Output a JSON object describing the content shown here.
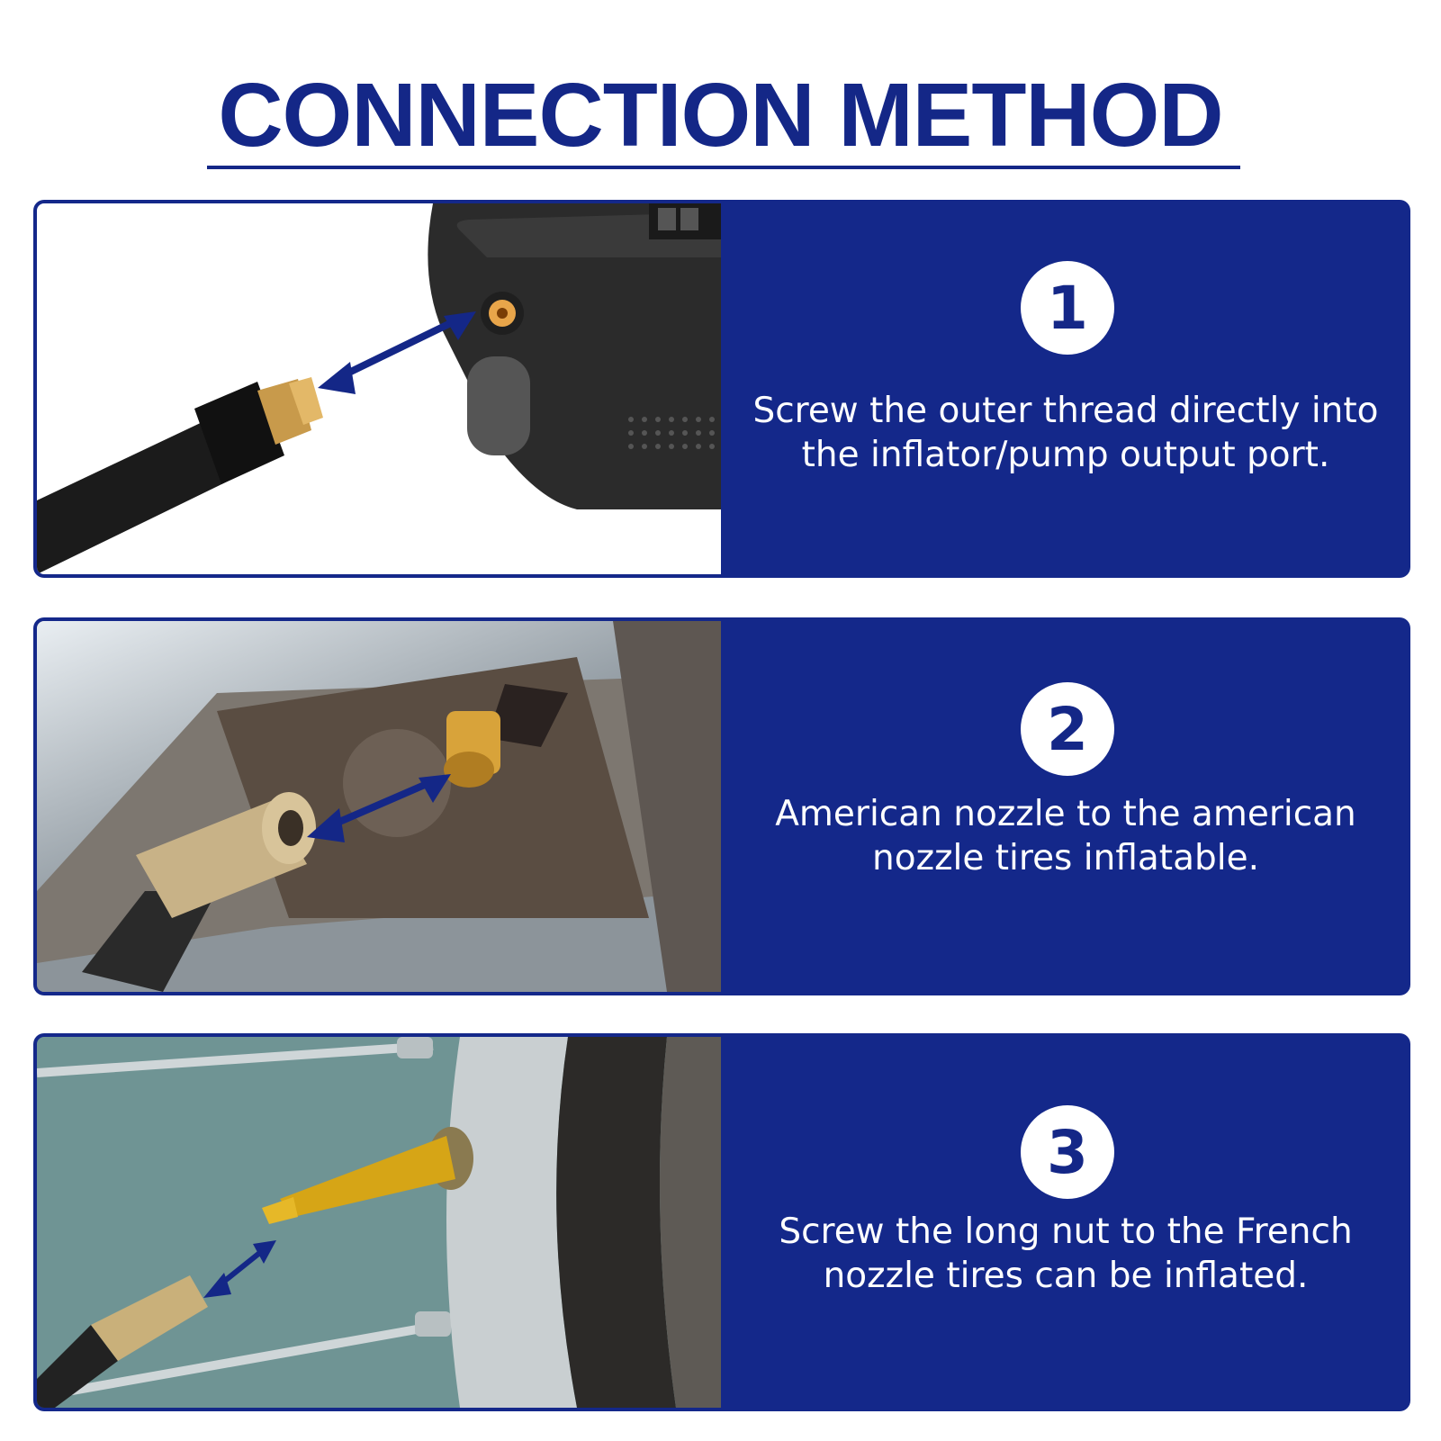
{
  "title": "CONNECTION METHOD",
  "colors": {
    "brand": "#142787",
    "panel": "#14288a",
    "text": "#ffffff"
  },
  "steps": [
    {
      "number": "1",
      "text": "Screw the outer thread directly into the inflator/pump output port.",
      "image": "pump-output-port-photo"
    },
    {
      "number": "2",
      "text": "American nozzle to the american nozzle tires inflatable.",
      "image": "american-valve-photo"
    },
    {
      "number": "3",
      "text": "Screw the long nut to the French nozzle tires can be inflated.",
      "image": "french-valve-photo"
    }
  ]
}
